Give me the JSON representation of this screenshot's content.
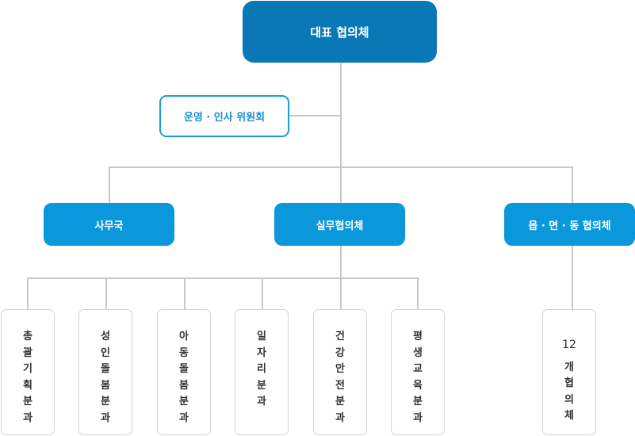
{
  "top": {
    "label": "대표 협의체"
  },
  "committee": {
    "label": "운영 · 인사 위원회"
  },
  "mid": [
    {
      "label": "사무국"
    },
    {
      "label": "실무협의체"
    },
    {
      "label": "읍 · 면 · 동 협의체"
    }
  ],
  "subcommittees": [
    {
      "label": "총괄기획분과"
    },
    {
      "label": "성인돌봄분과"
    },
    {
      "label": "아동돌봄분과"
    },
    {
      "label": "일자리분과"
    },
    {
      "label": "건강안전분과"
    },
    {
      "label": "평생교육분과"
    }
  ],
  "local": {
    "count": "12",
    "label": "개협의체"
  },
  "colors": {
    "top": "#0a77b7",
    "mid": "#0b97db",
    "committee_border": "#199ce0",
    "connector": "#c8c8c8"
  }
}
